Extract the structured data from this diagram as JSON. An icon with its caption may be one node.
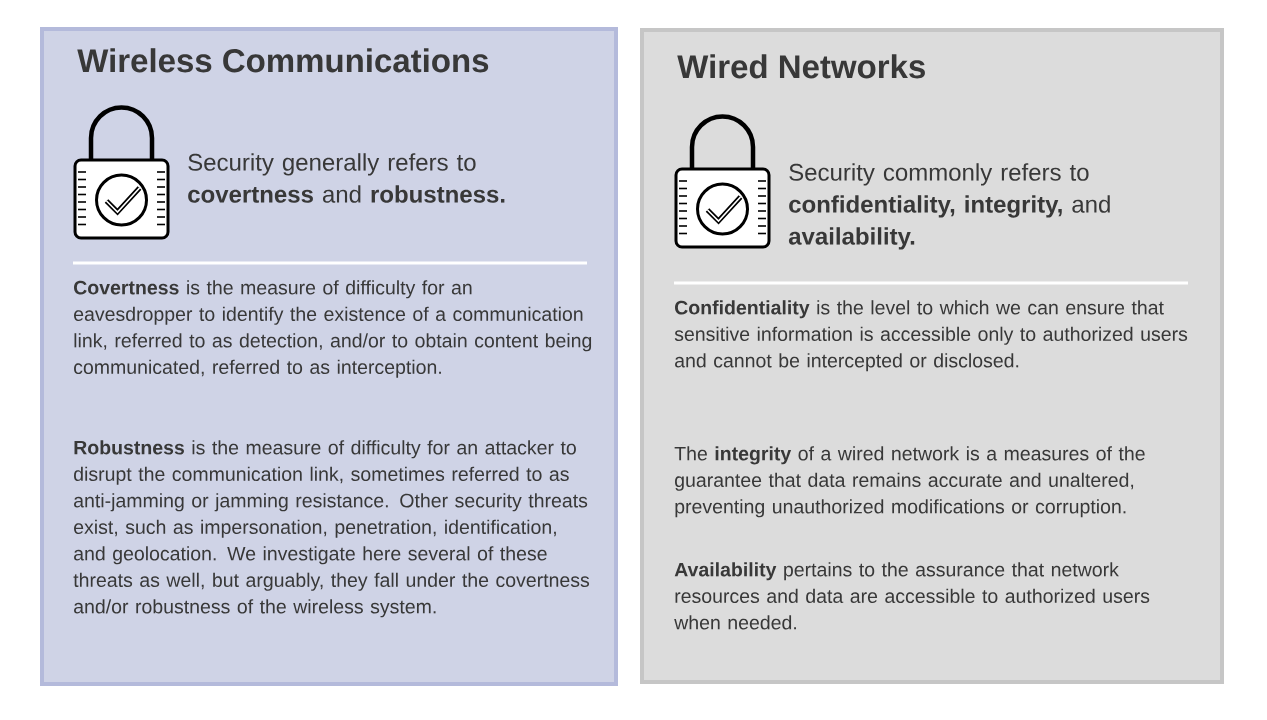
{
  "diagram": {
    "nodes": [
      {
        "text": [
          "Wireless Communications",
          "Security generally refers to **covertness** and **robustness.**",
          "**Covertness** is the measure of difficulty for an eavesdropper to identify the existence of a communication link, referred to as detection, and/or to obtain content being communicated, referred to as interception.",
          "**Robustness** is the measure of difficulty for an attacker to disrupt the communication link, sometimes referred to as anti-jamming or jamming resistance. Other security threats exist, such as impersonation, penetration, identification, and geolocation. We investigate here several of these threats as well, but arguably, they fall under the covertness and/or robustness of the wireless system."
        ]
      },
      {
        "text": [
          "Wired Networks",
          "Security commonly refers to **confidentiality, integrity,** and **availability.**",
          "**Confidentiality** is the level to which we can ensure that sensitive information is accessible only to authorized users and cannot be intercepted or disclosed.",
          "The **integrity** of a wired network is a measures of the guarantee that data remains accurate and unaltered, preventing unauthorized modifications or corruption.",
          "**Availability** pertains to the assurance that network resources and data are accessible to authorized users when needed."
        ]
      }
    ]
  }
}
